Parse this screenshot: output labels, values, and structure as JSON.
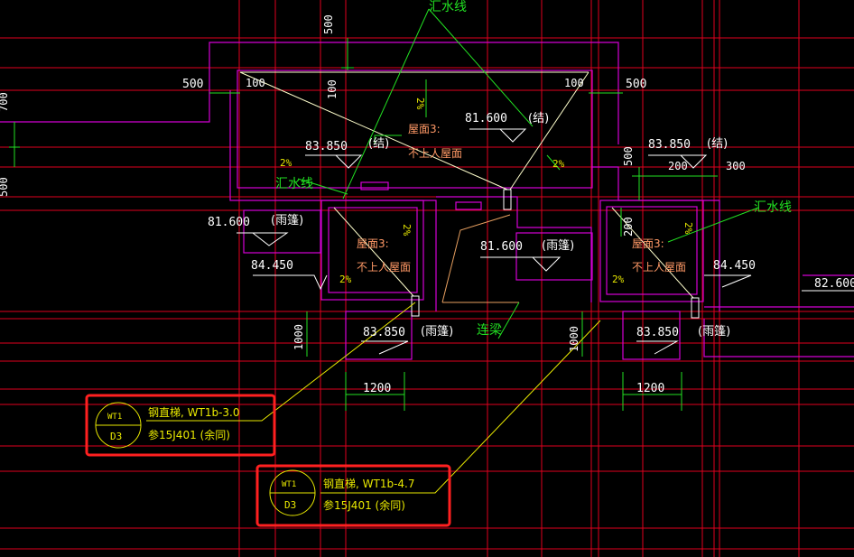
{
  "colors": {
    "background": "#000000",
    "grid": "#e0001e",
    "outline": "#d400d4",
    "annotation_green": "#22e022",
    "leader_yellow": "#e8e800",
    "text_white": "#ffffff",
    "roof_text": "#ff9966",
    "highlight_box": "#ff2020"
  },
  "labels": {
    "dim_500_top": "500",
    "dim_100_a": "100",
    "dim_100_b": "100",
    "dim_100_c": "100",
    "dim_500_left": "500",
    "dim_500_right": "500",
    "dim_700_edge": "700",
    "dim_500_edge": "500",
    "dim_200": "200",
    "dim_300": "300",
    "dim_500_mid": "500",
    "dim_200_b": "200",
    "dim_1000_left": "1000",
    "dim_1000_right": "1000",
    "dim_1200_left": "1200",
    "dim_1200_right": "1200",
    "gutter_top": "汇水线",
    "gutter_left": "汇水线",
    "gutter_right": "汇水线",
    "elev_81600_top": "81.600",
    "struct_top": "(结)",
    "elev_83850_left": "83.850",
    "struct_left": "(结)",
    "elev_83850_right": "83.850",
    "struct_right": "(结)",
    "roof3_main": "屋面3:",
    "roof3_main_note": "不上人屋面",
    "roof3_left": "屋面3:",
    "roof3_left_note": "不上人屋面",
    "roof3_right": "屋面3:",
    "roof3_right_note": "不上人屋面",
    "slope_1": "2%",
    "slope_2": "2%",
    "slope_3": "2%",
    "slope_4": "2%",
    "slope_5": "2%",
    "slope_6": "2%",
    "slope_7": "2%",
    "elev_81600_left": "81.600",
    "canopy_left": "(雨篷)",
    "elev_84450_left": "84.450",
    "elev_81600_mid": "81.600",
    "canopy_mid": "(雨篷)",
    "elev_84450_right": "84.450",
    "elev_82600": "82.600",
    "elev_83850_bl": "83.850",
    "canopy_bl": "(雨篷)",
    "link_beam": "连梁",
    "elev_83850_br": "83.850",
    "canopy_br": "(雨篷)"
  },
  "callout_1": {
    "tag_top": "WT1",
    "tag_bottom": "D3",
    "line1": "钢直梯, WT1b-3.0",
    "line2": "参15J401  (余同)"
  },
  "callout_2": {
    "tag_top": "WT1",
    "tag_bottom": "D3",
    "line1": "钢直梯, WT1b-4.7",
    "line2": "参15J401  (余同)"
  }
}
